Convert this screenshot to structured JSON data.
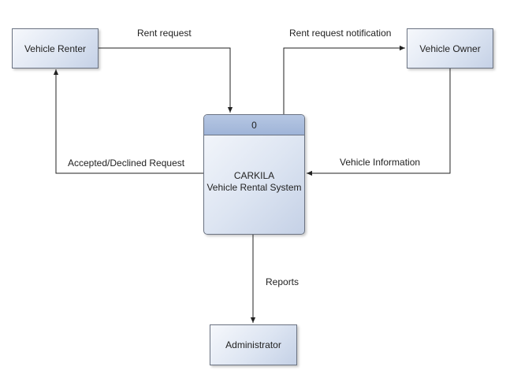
{
  "diagram": {
    "entities": {
      "vehicle_renter": "Vehicle Renter",
      "vehicle_owner": "Vehicle Owner",
      "administrator": "Administrator"
    },
    "process": {
      "number": "0",
      "name_line1": "CARKILA",
      "name_line2": "Vehicle Rental System"
    },
    "flows": {
      "rent_request": "Rent request",
      "rent_request_notification": "Rent request notification",
      "accepted_declined_request": "Accepted/Declined Request",
      "vehicle_information": "Vehicle Information",
      "reports": "Reports"
    },
    "colors": {
      "box_fill_light": "#f6f8fc",
      "box_fill_dark": "#c5d1e6",
      "header_fill": "#a9bcdd",
      "border": "#6b7382",
      "line": "#222222"
    }
  }
}
